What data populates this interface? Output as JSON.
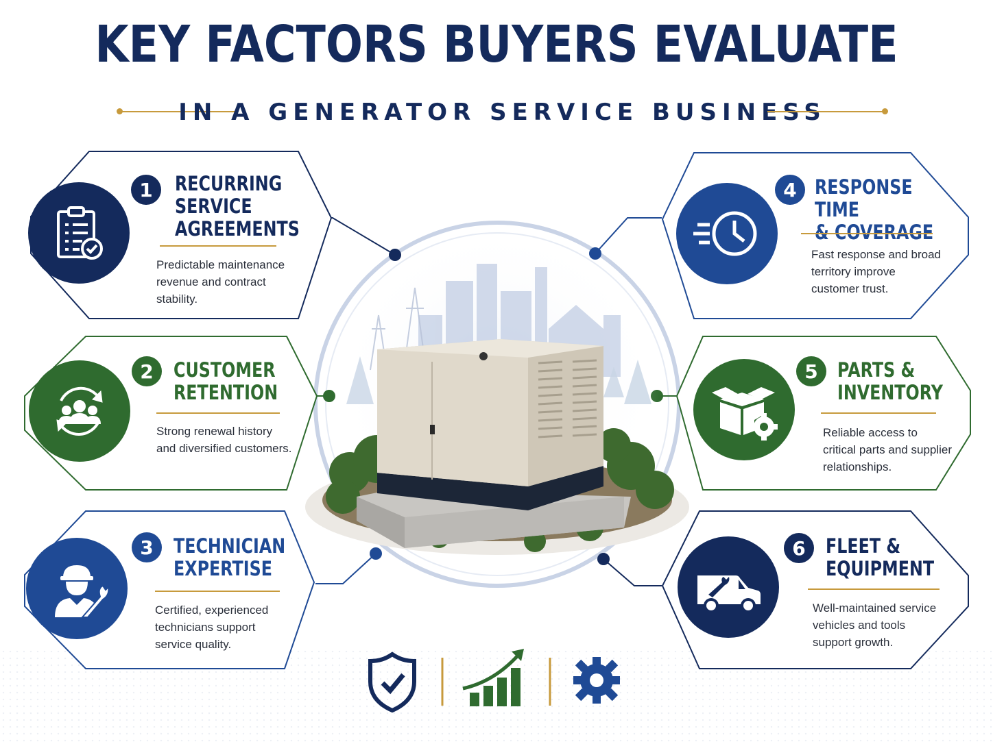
{
  "header": {
    "title": "KEY FACTORS BUYERS EVALUATE",
    "subtitle": "IN A GENERATOR SERVICE BUSINESS"
  },
  "factors": [
    {
      "number": "1",
      "title": "RECURRING\nSERVICE\nAGREEMENTS",
      "description": "Predictable maintenance revenue and contract stability.",
      "icon": "clipboard-checklist-icon",
      "color": "#142a5c"
    },
    {
      "number": "2",
      "title": "CUSTOMER\nRETENTION",
      "description": "Strong renewal history and diversified customers.",
      "icon": "people-cycle-icon",
      "color": "#2f6b2f"
    },
    {
      "number": "3",
      "title": "TECHNICIAN\nEXPERTISE",
      "description": "Certified, experienced technicians support service quality.",
      "icon": "technician-wrench-icon",
      "color": "#1f4a95"
    },
    {
      "number": "4",
      "title": "RESPONSE TIME\n& COVERAGE",
      "description": "Fast response and broad territory improve customer trust.",
      "icon": "fast-clock-icon",
      "color": "#1f4a95"
    },
    {
      "number": "5",
      "title": "PARTS &\nINVENTORY",
      "description": "Reliable access to critical parts and supplier relationships.",
      "icon": "box-gear-icon",
      "color": "#2f6b2f"
    },
    {
      "number": "6",
      "title": "FLEET &\nEQUIPMENT",
      "description": "Well-maintained service vehicles and tools support growth.",
      "icon": "service-van-icon",
      "color": "#142a5c"
    }
  ],
  "bottom_icons": [
    "shield-check-icon",
    "growth-chart-icon",
    "gear-icon"
  ]
}
